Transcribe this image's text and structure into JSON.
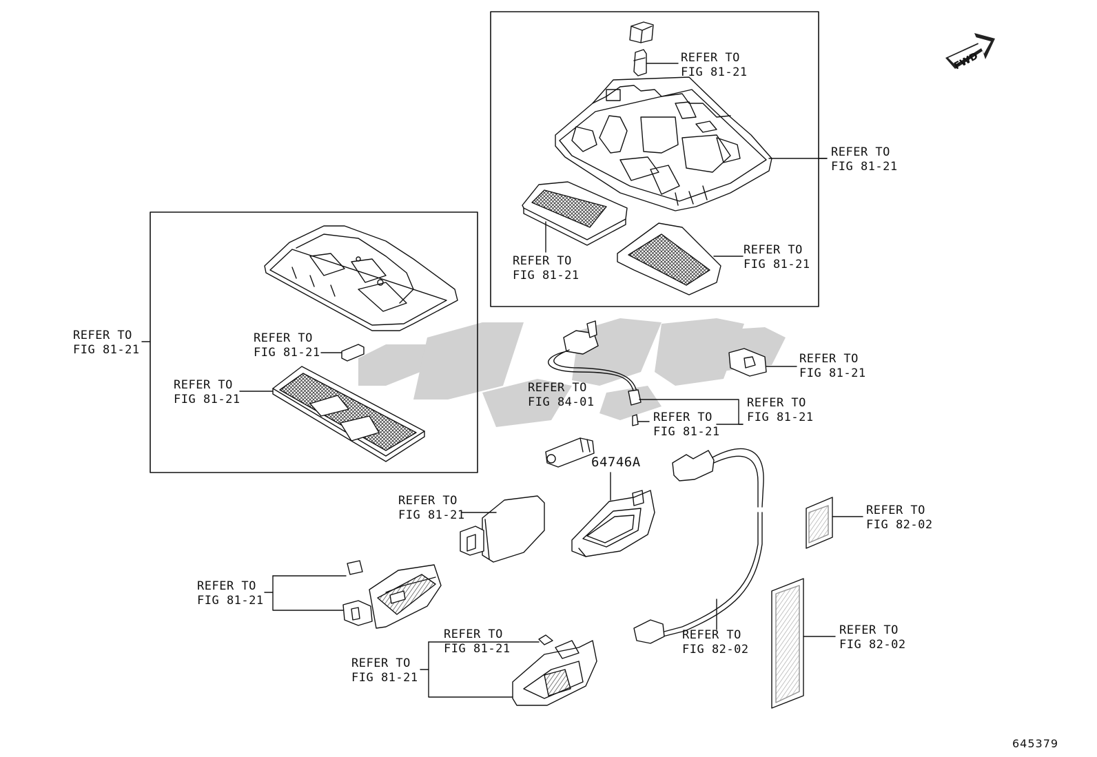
{
  "colors": {
    "line": "#111111",
    "watermark": "#c8c8c8",
    "hatch": "#444444",
    "background": "#ffffff"
  },
  "orientation": {
    "label": "FWD",
    "icon": "fwd-arrow-icon"
  },
  "watermark": {
    "icon": "brand-watermark-logo"
  },
  "labels": {
    "top_box_cap": {
      "line1": "REFER TO",
      "line2": "FIG 81-21"
    },
    "top_box_outer": {
      "line1": "REFER TO",
      "line2": "FIG 81-21"
    },
    "top_box_left_lens": {
      "line1": "REFER TO",
      "line2": "FIG 81-21"
    },
    "top_box_right_lens": {
      "line1": "REFER TO",
      "line2": "FIG 81-21"
    },
    "left_box_outer": {
      "line1": "REFER TO",
      "line2": "FIG 81-21"
    },
    "left_box_bulb": {
      "line1": "REFER TO",
      "line2": "FIG 81-21"
    },
    "left_box_lens": {
      "line1": "REFER TO",
      "line2": "FIG 81-21"
    },
    "switch_connector": {
      "line1": "REFER TO",
      "line2": "FIG 84-01"
    },
    "plug_right": {
      "line1": "REFER TO",
      "line2": "FIG 81-21"
    },
    "socket_group": {
      "line1": "REFER TO",
      "line2": "FIG 81-21"
    },
    "socket_bulb": {
      "line1": "REFER TO",
      "line2": "FIG 81-21"
    },
    "small_lamp": {
      "line1": "REFER TO",
      "line2": "FIG 81-21"
    },
    "courtesy_lamp": {
      "line1": "REFER TO",
      "line2": "FIG 81-21"
    },
    "foot_lamp_bulb": {
      "line1": "REFER TO",
      "line2": "FIG 81-21"
    },
    "foot_lamp": {
      "line1": "REFER TO",
      "line2": "FIG 81-21"
    },
    "harness": {
      "line1": "REFER TO",
      "line2": "FIG 82-02"
    },
    "small_pad": {
      "line1": "REFER TO",
      "line2": "FIG 82-02"
    },
    "long_pad": {
      "line1": "REFER TO",
      "line2": "FIG 82-02"
    }
  },
  "part_number": "64746A",
  "illustration_number": "645379"
}
